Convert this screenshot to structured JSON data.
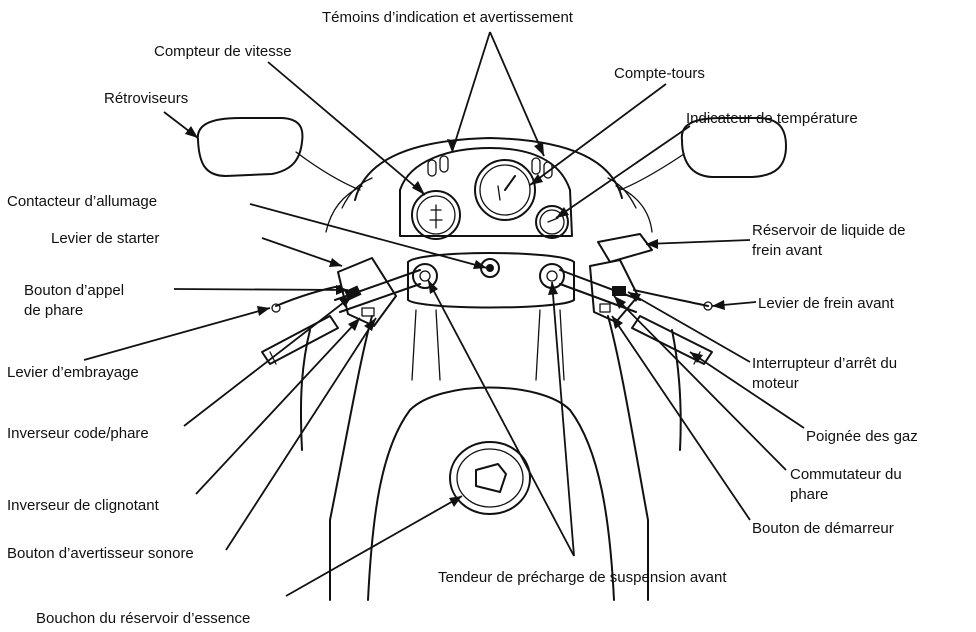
{
  "labels": {
    "temoins": "Témoins d’indication et avertissement",
    "compteur": "Compteur de vitesse",
    "compte_tours": "Compte-tours",
    "retroviseurs": "Rétroviseurs",
    "temperature": "Indicateur de température",
    "contacteur": "Contacteur d’allumage",
    "starter": "Levier de starter",
    "reservoir_liquide_l1": "Réservoir de liquide de",
    "reservoir_liquide_l2": "frein avant",
    "appel_l1": "Bouton d’appel",
    "appel_l2": "de phare",
    "frein_avant": "Levier de frein avant",
    "embrayage": "Levier d’embrayage",
    "arret_l1": "Interrupteur d’arrêt du",
    "arret_l2": "moteur",
    "code_phare": "Inverseur code/phare",
    "gaz": "Poignée des gaz",
    "commutateur_l1": "Commutateur du",
    "commutateur_l2": "phare",
    "clignotant": "Inverseur de clignotant",
    "demarreur": "Bouton de démarreur",
    "avertisseur": "Bouton d’avertisseur sonore",
    "tendeur": "Tendeur de précharge de suspension avant",
    "bouchon": "Bouchon du réservoir d’essence"
  },
  "colors": {
    "ink": "#111111",
    "background": "#ffffff"
  }
}
